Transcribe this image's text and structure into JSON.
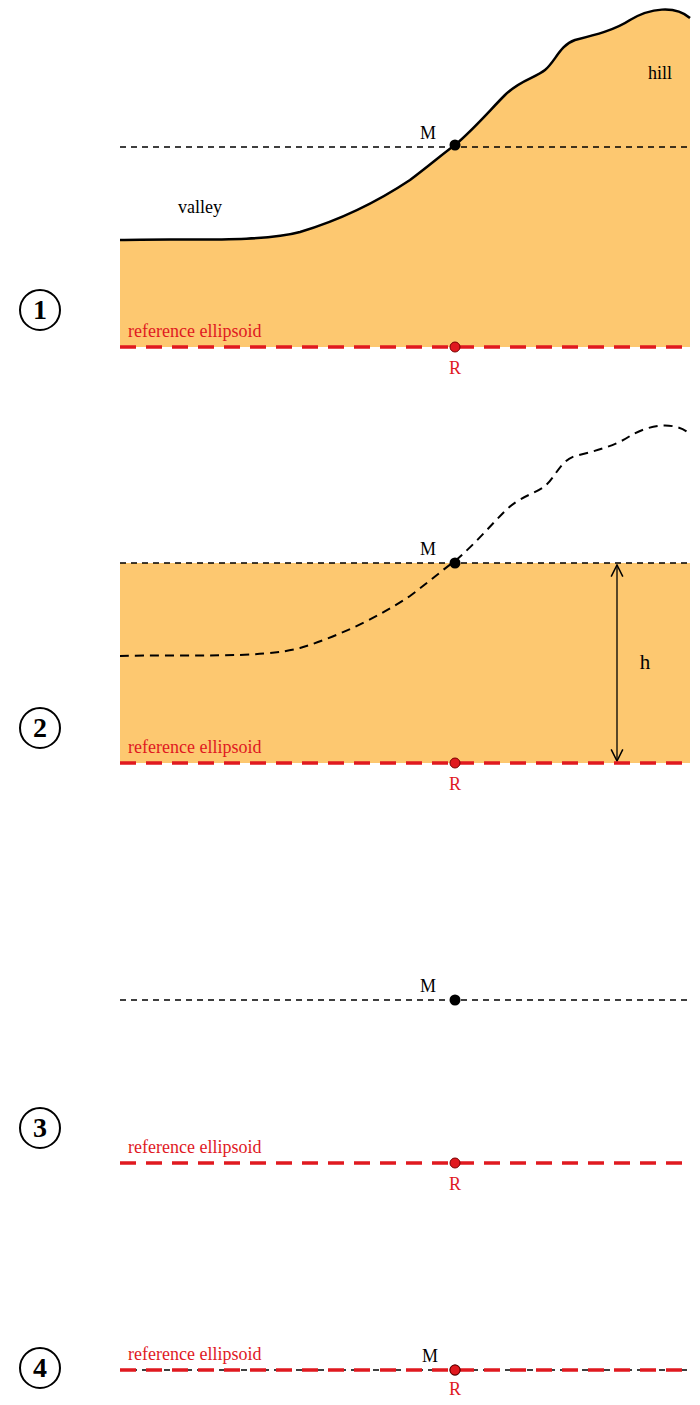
{
  "diagram": {
    "nodes": [
      {
        "text": [
          "1"
        ]
      },
      {
        "text": [
          "2"
        ]
      },
      {
        "text": [
          "3"
        ]
      },
      {
        "text": [
          "4"
        ]
      }
    ],
    "labels": [
      "hill",
      "M",
      "valley",
      "reference ellipsoid",
      "R",
      "M",
      "h",
      "reference ellipsoid",
      "R",
      "M",
      "reference ellipsoid",
      "R",
      "reference ellipsoid",
      "M",
      "R"
    ]
  }
}
